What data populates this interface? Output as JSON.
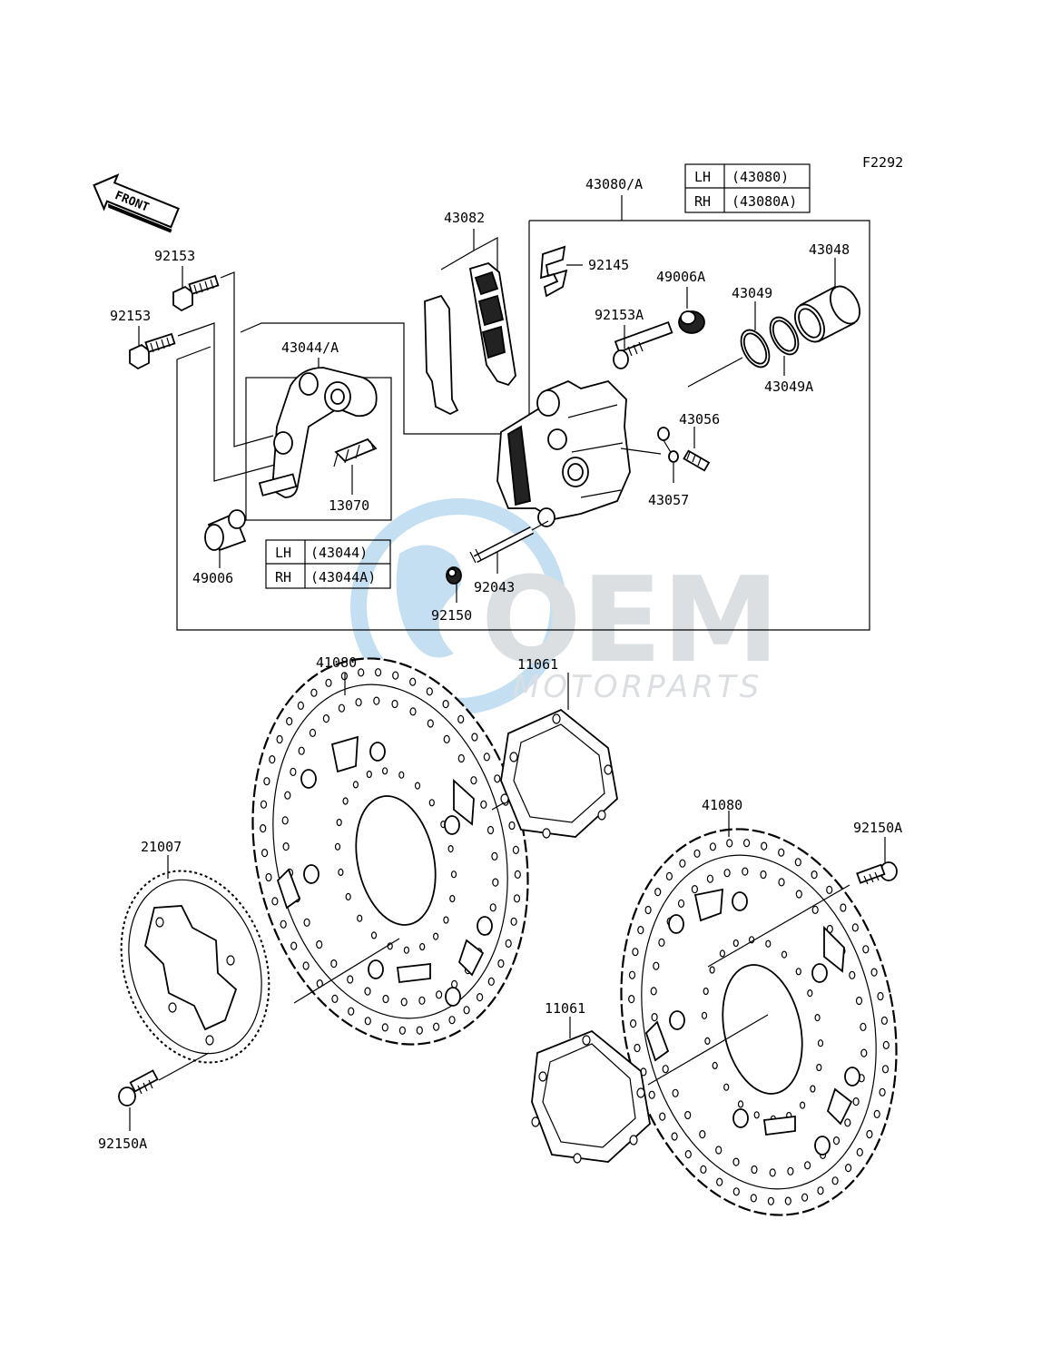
{
  "figure_code": "F2292",
  "front_label": "FRONT",
  "watermark": {
    "brand": "OEM",
    "sub": "MOTORPARTS"
  },
  "part_labels": {
    "p43080A": "43080/A",
    "p43082": "43082",
    "p92145": "92145",
    "p49006A": "49006A",
    "p43048": "43048",
    "p43049": "43049",
    "p43049A": "43049A",
    "p92153A": "92153A",
    "p43056": "43056",
    "p43057": "43057",
    "p92153_top": "92153",
    "p92153_mid": "92153",
    "p43044A": "43044/A",
    "p13070": "13070",
    "p49006": "49006",
    "p92043": "92043",
    "p92150": "92150",
    "p41080_left": "41080",
    "p11061_top": "11061",
    "p41080_right": "41080",
    "p92150A_right": "92150A",
    "p21007": "21007",
    "p11061_bottom": "11061",
    "p92150A_left": "92150A"
  },
  "caliper_table": {
    "rows": [
      {
        "side": "LH",
        "part": "(43080)"
      },
      {
        "side": "RH",
        "part": "(43080A)"
      }
    ]
  },
  "bracket_table": {
    "rows": [
      {
        "side": "LH",
        "part": "(43044)"
      },
      {
        "side": "RH",
        "part": "(43044A)"
      }
    ]
  }
}
